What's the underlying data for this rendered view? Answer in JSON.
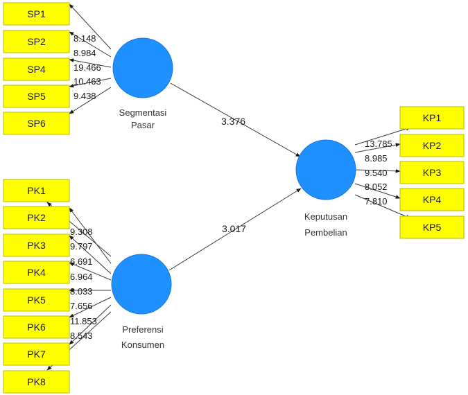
{
  "constructs": {
    "segmentasi": {
      "label_line1": "Segmentasi",
      "label_line2": "Pasar"
    },
    "preferensi": {
      "label_line1": "Preferensi",
      "label_line2": "Konsumen"
    },
    "keputusan": {
      "label_line1": "Keputusan",
      "label_line2": "Pembelian"
    }
  },
  "indicators": {
    "sp": [
      "SP1",
      "SP2",
      "SP4",
      "SP5",
      "SP6"
    ],
    "pk": [
      "PK1",
      "PK2",
      "PK3",
      "PK4",
      "PK5",
      "PK6",
      "PK7",
      "PK8"
    ],
    "kp": [
      "KP1",
      "KP2",
      "KP3",
      "KP4",
      "KP5"
    ]
  },
  "outer_weights": {
    "sp": [
      "8.148",
      "8.984",
      "19.466",
      "10.463",
      "9.438"
    ],
    "pk": [
      "9.308",
      "9.797",
      "6.691",
      "6.964",
      "8.033",
      "7.656",
      "11.853",
      "8.543"
    ],
    "kp": [
      "13.785",
      "8.985",
      "9.540",
      "8.052",
      "7.810"
    ]
  },
  "paths": {
    "segmentasi_to_keputusan": "3.376",
    "preferensi_to_keputusan": "3.017"
  },
  "colors": {
    "indicator_fill": "#ffff00",
    "construct_fill": "#1e90ff",
    "edge": "#3a3a3a"
  }
}
